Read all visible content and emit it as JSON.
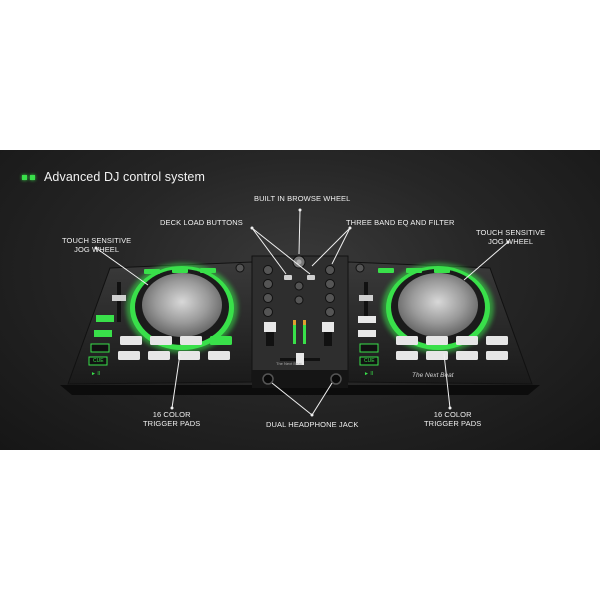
{
  "heading": "Advanced DJ control system",
  "callouts": {
    "browse_wheel": "BUILT IN BROWSE WHEEL",
    "deck_load": "DECK LOAD BUTTONS",
    "eq_filter": "THREE BAND EQ AND FILTER",
    "jog_left_1": "TOUCH SENSITIVE",
    "jog_left_2": "JOG WHEEL",
    "jog_right_1": "TOUCH SENSITIVE",
    "jog_right_2": "JOG WHEEL",
    "pads_left_1": "16 COLOR",
    "pads_left_2": "TRIGGER PADS",
    "pads_right_1": "16 COLOR",
    "pads_right_2": "TRIGGER PADS",
    "headphone": "DUAL HEADPHONE JACK"
  },
  "device": {
    "brand": "The Next Beat",
    "button_labels": [
      "CUE",
      "► II",
      "CUE",
      "► II"
    ]
  },
  "colors": {
    "accent_green": "#39e04a",
    "background": "#222222"
  }
}
